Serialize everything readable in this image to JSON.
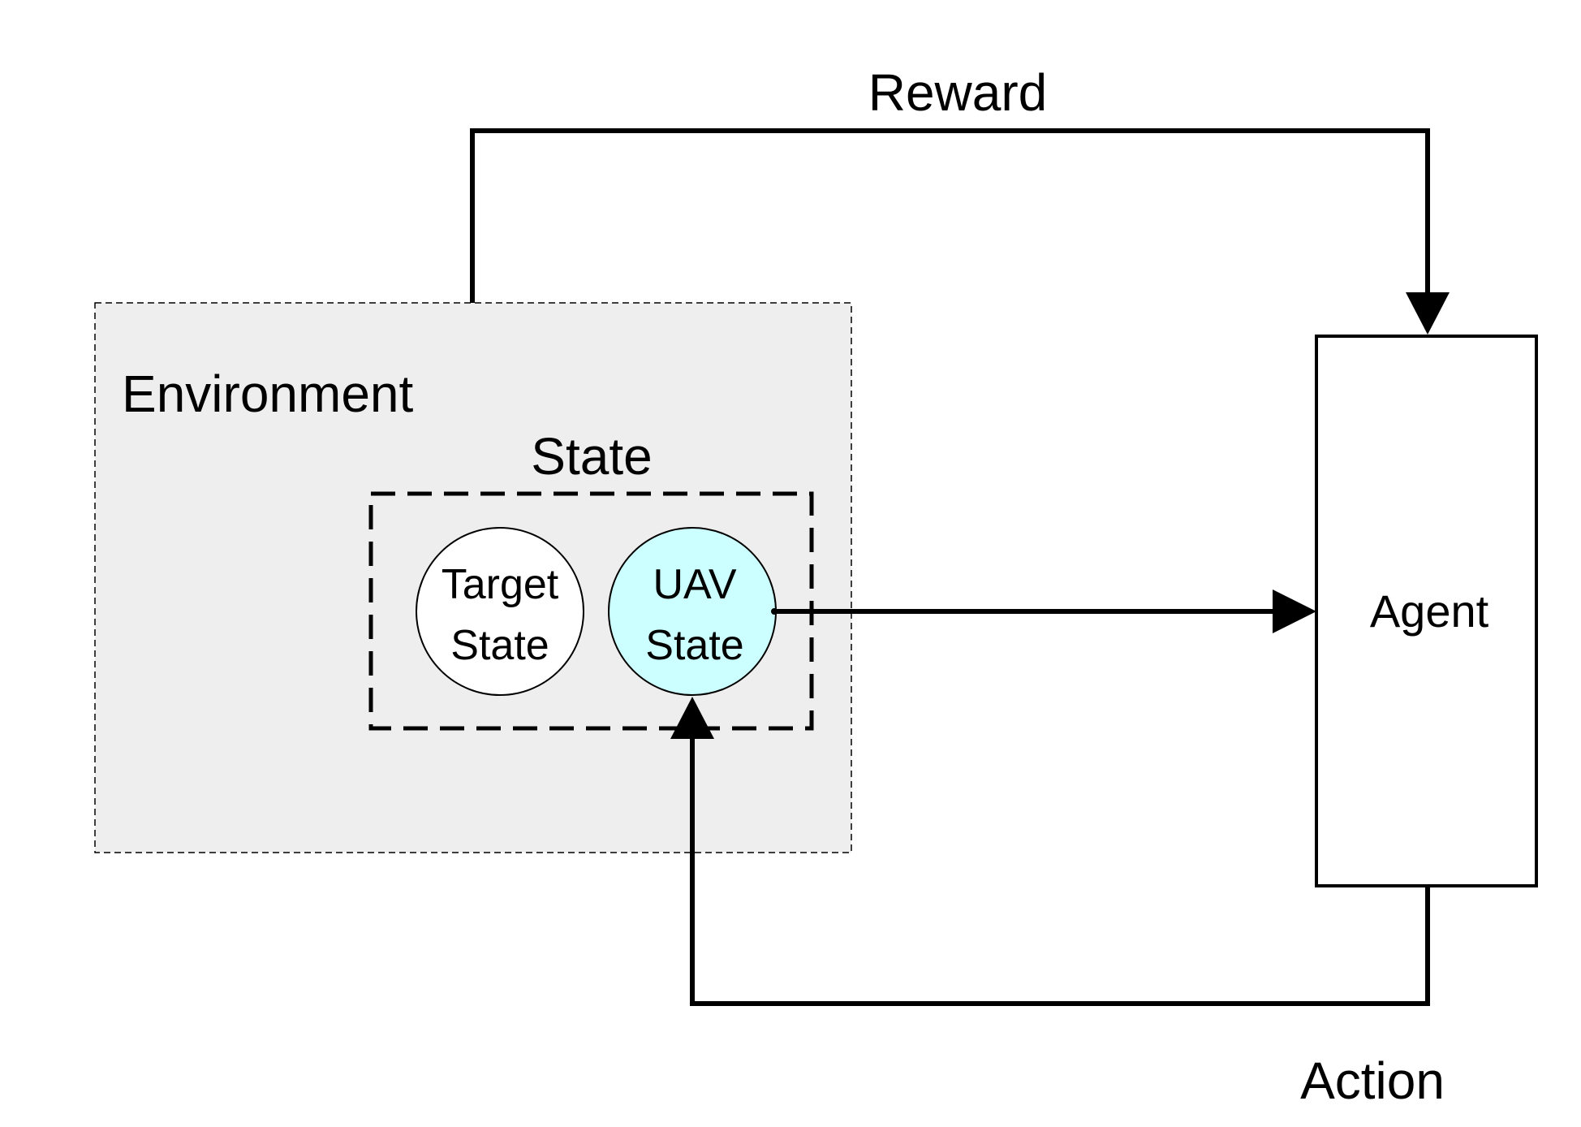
{
  "labels": {
    "reward": "Reward",
    "environment": "Environment",
    "state": "State",
    "target_state_line1": "Target",
    "target_state_line2": "State",
    "uav_state_line1": "UAV",
    "uav_state_line2": "State",
    "agent": "Agent",
    "action": "Action"
  },
  "colors": {
    "environment_fill": "#eeeeee",
    "uav_state_fill": "#ccffff",
    "target_state_fill": "#ffffff",
    "line": "#000000"
  }
}
